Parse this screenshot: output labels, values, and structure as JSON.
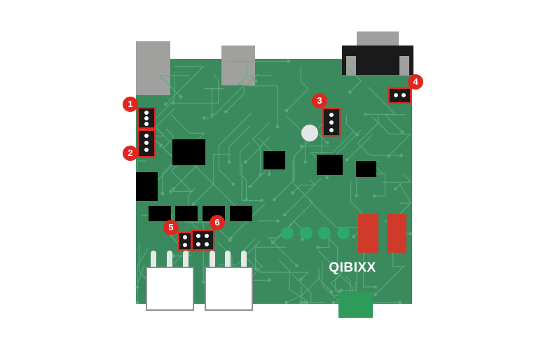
{
  "board": {
    "brand_label": "QIBIXX",
    "colors": {
      "pcb": "#3a8a5e",
      "trace": "#5cae7f",
      "chip": "#000000",
      "connector_metal": "#a0a09e",
      "connector_dark": "#1a1a1a",
      "led": "#2daa6a",
      "red_component": "#d03a2b",
      "terminal_green": "#2e9b5a",
      "marker": "#e0261f"
    }
  },
  "markers": [
    {
      "label": "1"
    },
    {
      "label": "2"
    },
    {
      "label": "3"
    },
    {
      "label": "4"
    },
    {
      "label": "5"
    },
    {
      "label": "6"
    }
  ]
}
